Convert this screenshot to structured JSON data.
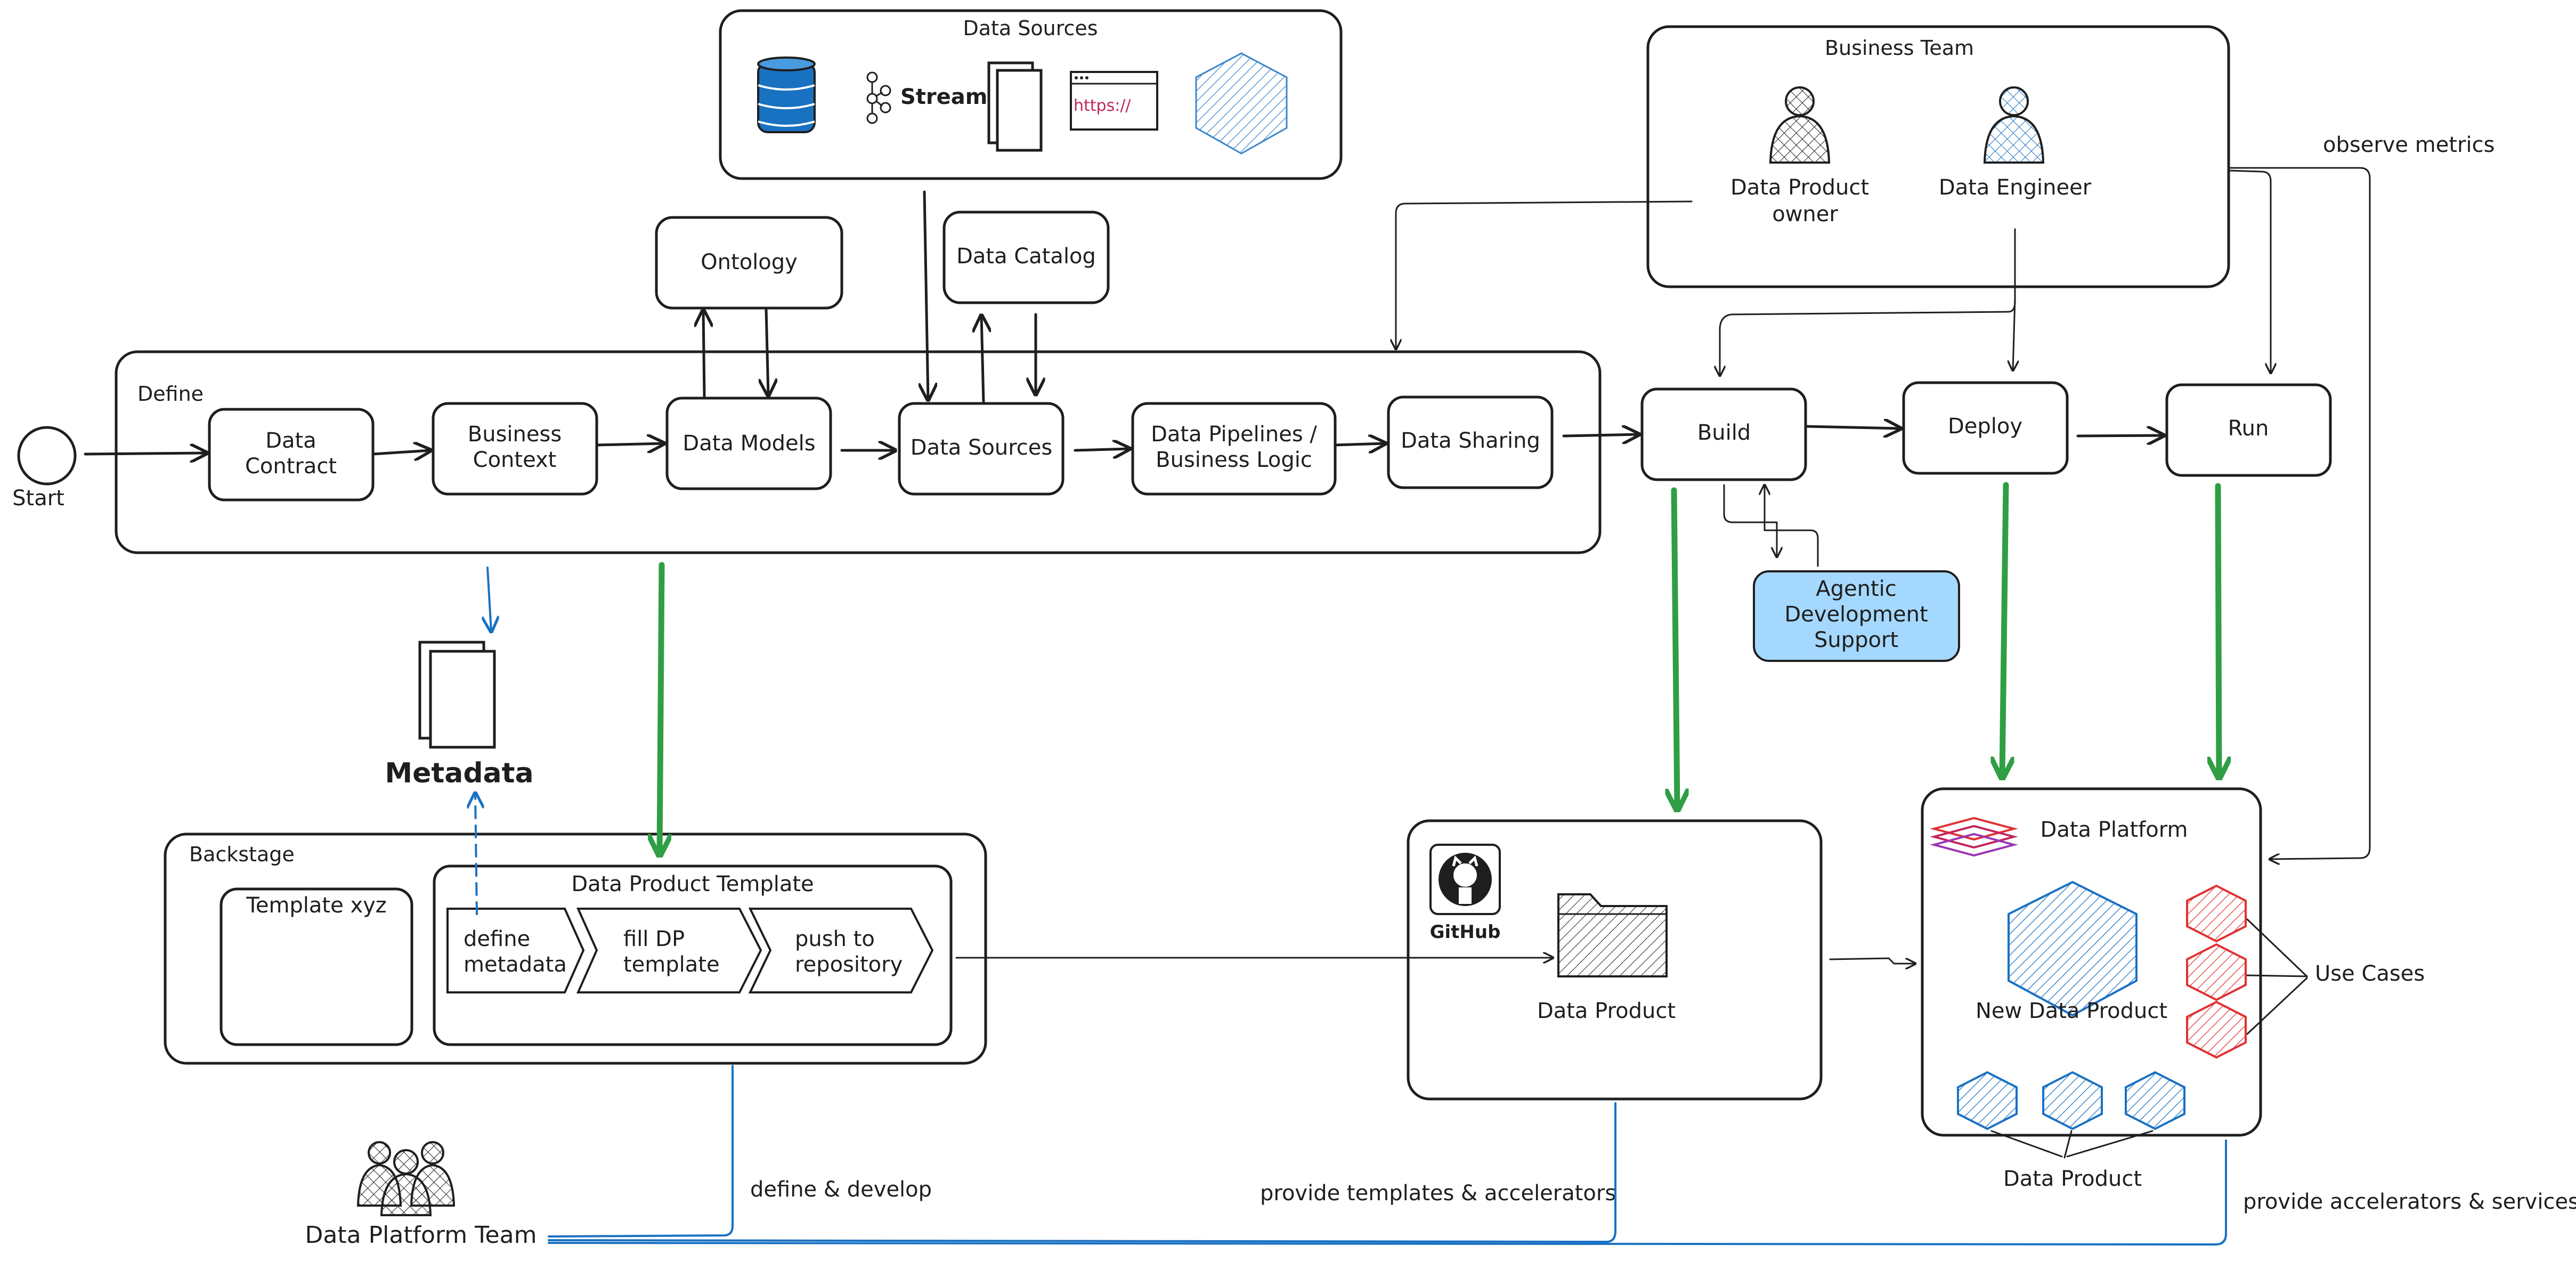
{
  "sources": {
    "title": "Data Sources",
    "stream_label": "Stream",
    "url_label": "https://"
  },
  "business_team": {
    "title": "Business Team",
    "owner_line1": "Data Product",
    "owner_line2": "owner",
    "engineer": "Data Engineer"
  },
  "observe_metrics": "observe metrics",
  "ontology": "Ontology",
  "data_catalog": "Data Catalog",
  "define": {
    "title": "Define",
    "start": "Start",
    "steps": {
      "contract": [
        "Data",
        "Contract"
      ],
      "context": [
        "Business",
        "Context"
      ],
      "models": [
        "Data Models"
      ],
      "sources": [
        "Data Sources"
      ],
      "pipelines": [
        "Data Pipelines /",
        "Business Logic"
      ],
      "sharing": [
        "Data Sharing"
      ]
    }
  },
  "lifecycle": {
    "build": "Build",
    "deploy": "Deploy",
    "run": "Run"
  },
  "agentic": [
    "Agentic",
    "Development",
    "Support"
  ],
  "metadata": "Metadata",
  "backstage": {
    "title": "Backstage",
    "template_xyz": "Template xyz",
    "dp_template_title": "Data Product Template",
    "steps": {
      "define_metadata": [
        "define",
        "metadata"
      ],
      "fill_template": [
        "fill DP",
        "template"
      ],
      "push_repo": [
        "push to",
        "repository"
      ]
    }
  },
  "github": {
    "label": "GitHub",
    "data_product": "Data Product"
  },
  "platform": {
    "title": "Data Platform",
    "new_data_product": "New Data Product",
    "use_cases": "Use Cases",
    "data_product": "Data Product"
  },
  "team": {
    "name": "Data Platform Team",
    "define_develop": "define & develop",
    "templates": "provide templates & accelerators",
    "services": "provide accelerators & services"
  },
  "colors": {
    "stroke": "#1e1e1e",
    "green_arrow": "#2f9e44",
    "blue_line": "#1971c2",
    "agentic_fill": "#a5d8ff",
    "hexagon": "#1971c2",
    "use_case_red": "#e03131",
    "url_text": "#c2255c"
  }
}
